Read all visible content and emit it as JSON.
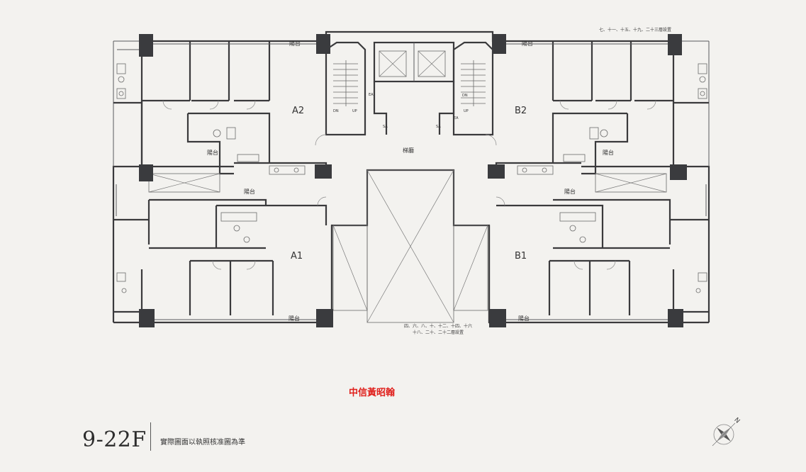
{
  "floor": {
    "label": "9-22F",
    "disclaimer": "實際圖面以執照核准圖為準"
  },
  "credit": "中信黃昭翰",
  "notes": {
    "top": "七、十一、十五、十九、二十三層設置",
    "bottom_line1": "四、六、八、十、十二、十四、十六",
    "bottom_line2": "十八、二十、二十二層設置"
  },
  "units": [
    "A1",
    "A2",
    "B1",
    "B2"
  ],
  "rooms": {
    "balcony": "陽台",
    "stair_hall": "梯廳"
  },
  "stair_marks": {
    "down": "DN",
    "up": "UP",
    "ea": "EA",
    "sa": "SA"
  },
  "compass": {
    "direction": "N",
    "icon": "compass-rose-icon"
  }
}
